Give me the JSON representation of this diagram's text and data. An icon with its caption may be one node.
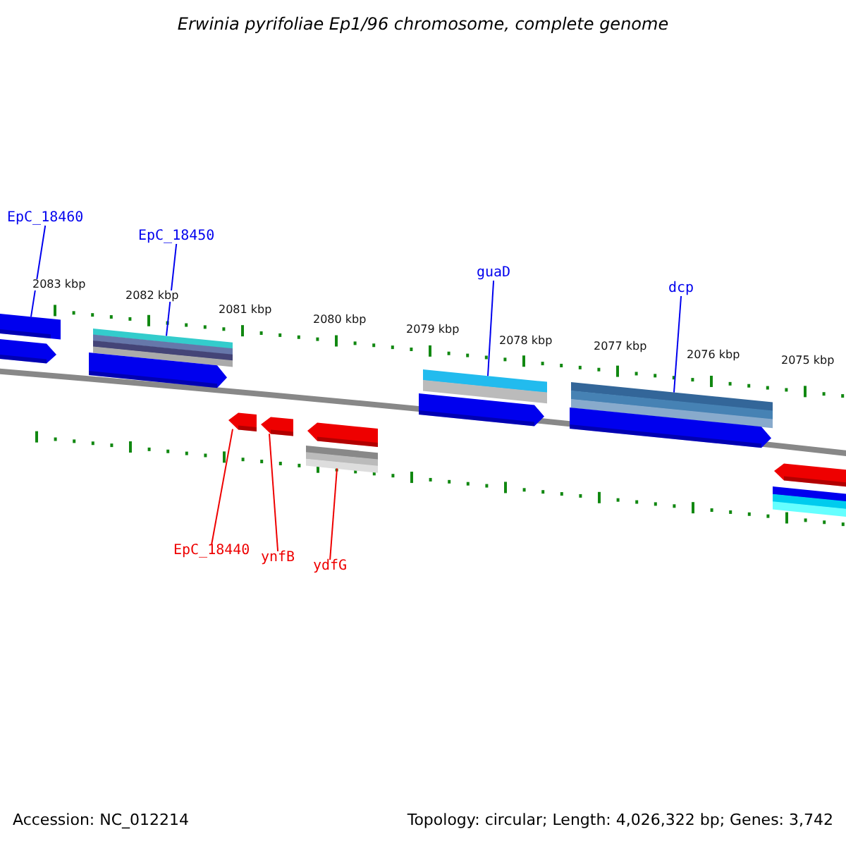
{
  "diagram": {
    "title": "Erwinia pyrifoliae Ep1/96 chromosome, complete genome",
    "nodes": [
      {
        "text": [
          "EpC_18460"
        ]
      },
      {
        "text": [
          "EpC_18450"
        ]
      },
      {
        "text": [
          "guaD"
        ]
      },
      {
        "text": [
          "dcp"
        ]
      },
      {
        "text": [
          "EpC_18440"
        ]
      },
      {
        "text": [
          "ynfB"
        ]
      },
      {
        "text": [
          "ydfG"
        ]
      },
      {
        "text": [],
        "shape": "bar"
      },
      {
        "text": [],
        "shape": "bar"
      },
      {
        "text": [],
        "shape": "bar"
      },
      {
        "text": [],
        "shape": "bar"
      },
      {
        "text": [],
        "shape": "bar"
      },
      {
        "text": [],
        "shape": "bar"
      },
      {
        "text": [],
        "shape": "bar"
      },
      {
        "text": [],
        "shape": "bar"
      },
      {
        "text": [],
        "shape": "bar"
      }
    ],
    "edges": [
      {
        "from": 0,
        "to": 7,
        "arrow": "none"
      },
      {
        "from": 1,
        "to": 8,
        "arrow": "none"
      },
      {
        "from": 2,
        "to": 9,
        "arrow": "none"
      },
      {
        "from": 3,
        "to": 10,
        "arrow": "none"
      },
      {
        "from": 4,
        "to": 11,
        "arrow": "none",
        "color": "#ee0000"
      },
      {
        "from": 5,
        "to": 12,
        "arrow": "none",
        "color": "#ee0000"
      },
      {
        "from": 6,
        "to": 13,
        "arrow": "none",
        "color": "#ee0000"
      }
    ],
    "labels": [
      "2083 kbp",
      "2082 kbp",
      "2081 kbp",
      "2080 kbp",
      "2079 kbp",
      "2078 kbp",
      "2077 kbp",
      "2076 kbp",
      "2075 kbp",
      "Accession: NC_012214",
      "Topology: circular; Length: 4,026,322 bp; Genes: 3,742"
    ]
  }
}
